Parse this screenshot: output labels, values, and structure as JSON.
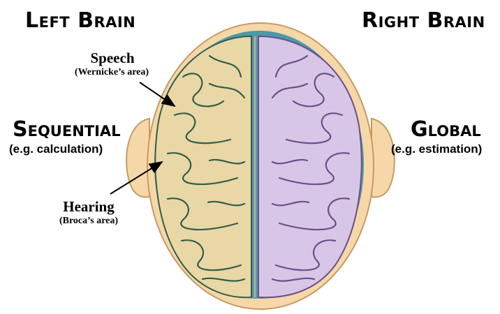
{
  "headings": {
    "left": "Left Brain",
    "right": "Right Brain"
  },
  "left_side": {
    "title": "Sequential",
    "subtitle": "(e.g. calculation)"
  },
  "right_side": {
    "title": "Global",
    "subtitle": "(e.g. estimation)"
  },
  "callouts": {
    "speech": {
      "label": "Speech",
      "sub": "(Wernicke’s area)"
    },
    "hearing": {
      "label": "Hearing",
      "sub": "(Broca’s area)"
    }
  },
  "colors": {
    "head": "#f6d7a8",
    "head_outline": "#c79a63",
    "left_hemisphere": "#ead7a6",
    "right_hemisphere": "#d8c6e6",
    "meninges": "#4a9aa8",
    "sulci_left": "#2f5e4a",
    "sulci_right": "#6a4f8a"
  }
}
